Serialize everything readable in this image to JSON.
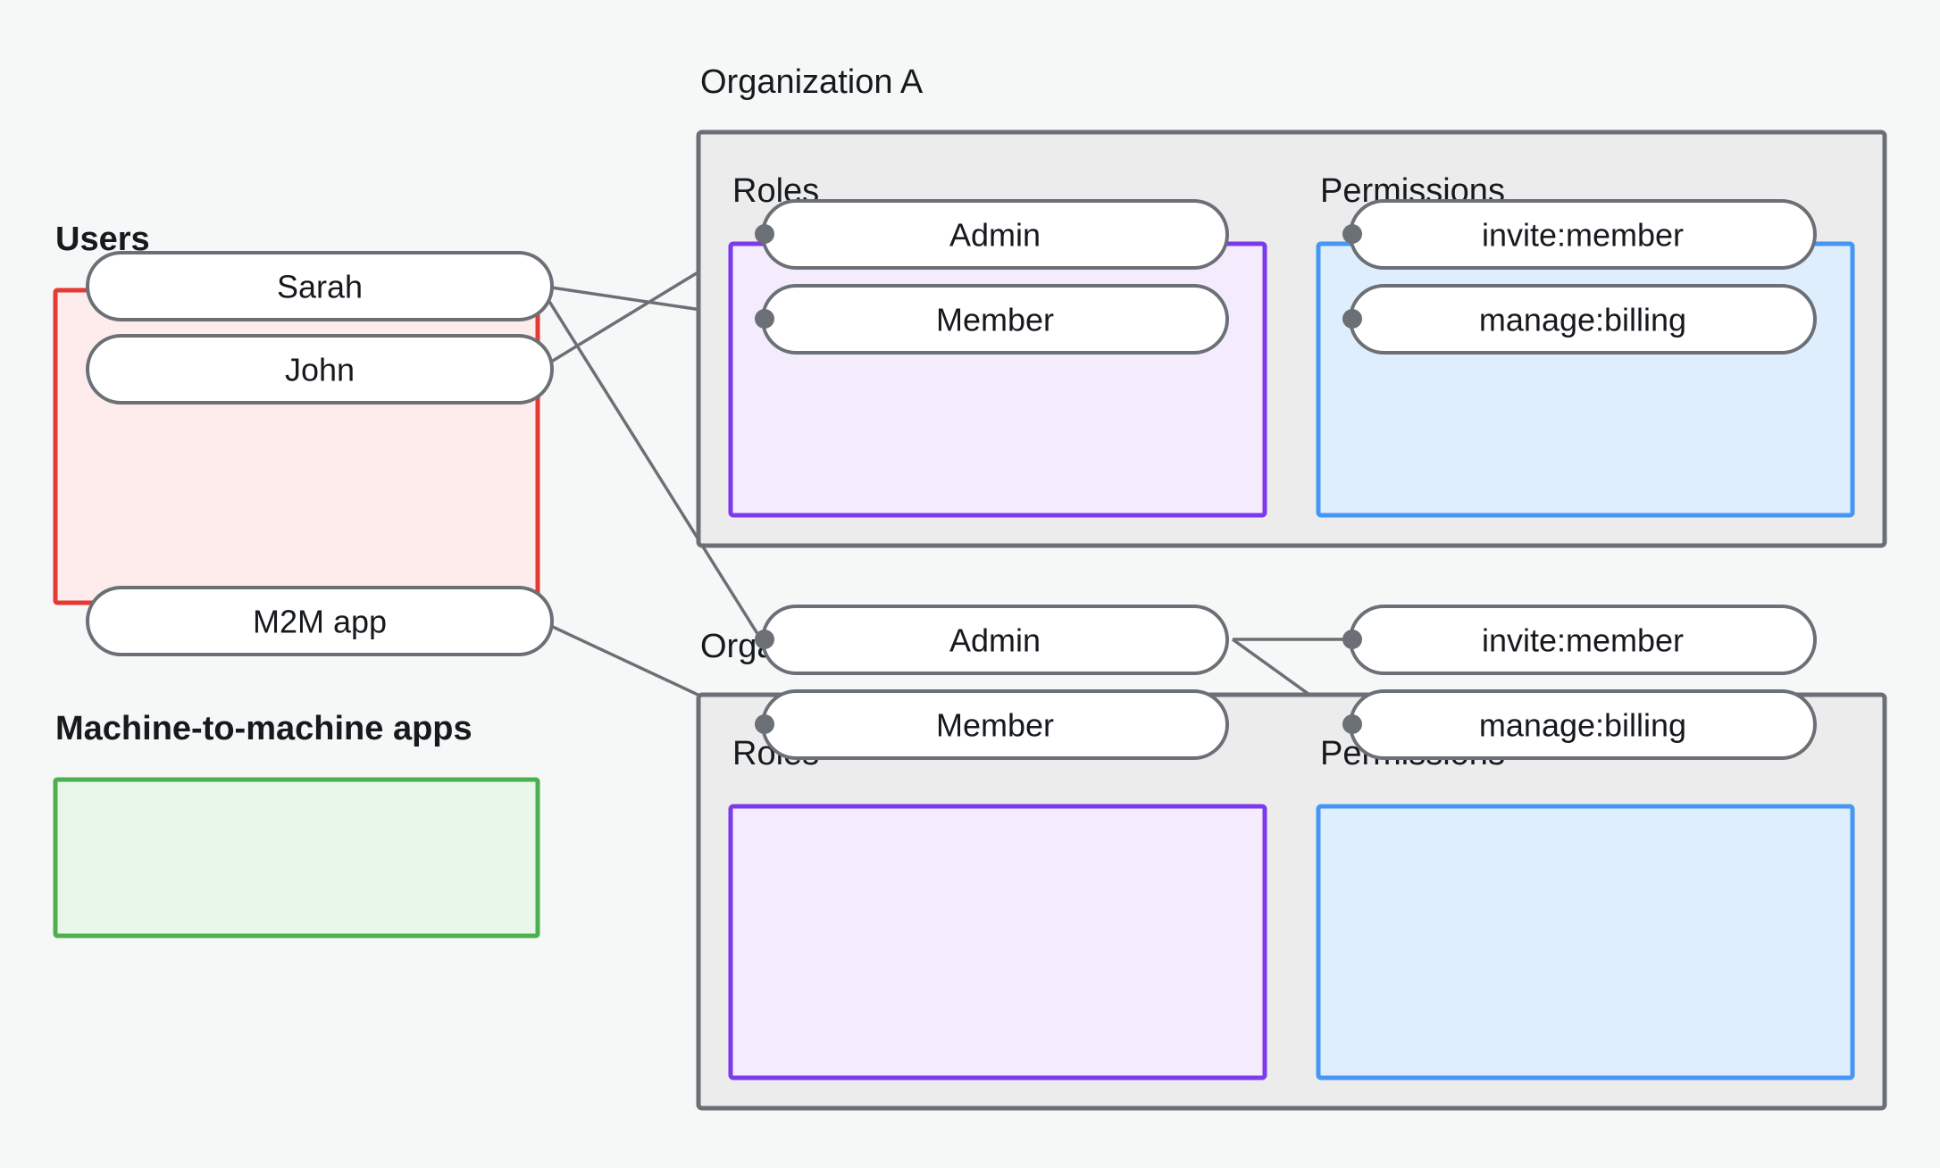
{
  "page": {
    "background_color": "#f5f8f7"
  },
  "palette": {
    "users_border": "#e53935",
    "users_fill": "#fdeceb",
    "m2m_border": "#4caf50",
    "m2m_fill": "#e8f7e9",
    "org_border": "#6b6f76",
    "org_fill": "#ececec",
    "roles_border": "#7c3aed",
    "roles_fill": "#f4ecfd",
    "permissions_border": "#4596f5",
    "permissions_fill": "#dfeefd",
    "node_border": "#6b6f76",
    "node_fill": "#ffffff",
    "edge_color": "#6b6f76",
    "text_color": "#16191d"
  },
  "left_column": {
    "users": {
      "title": "Users",
      "nodes": [
        {
          "id": "sarah",
          "label": "Sarah"
        },
        {
          "id": "john",
          "label": "John"
        }
      ]
    },
    "m2m": {
      "title": "Machine-to-machine apps",
      "nodes": [
        {
          "id": "m2m-app",
          "label": "M2M app"
        }
      ]
    }
  },
  "organizations": [
    {
      "id": "org-a",
      "title": "Organization A",
      "roles": {
        "title": "Roles",
        "nodes": [
          {
            "id": "org-a-admin",
            "label": "Admin"
          },
          {
            "id": "org-a-member",
            "label": "Member"
          }
        ]
      },
      "permissions": {
        "title": "Permissions",
        "nodes": [
          {
            "id": "org-a-invite-member",
            "label": "invite:member"
          },
          {
            "id": "org-a-manage-billing",
            "label": "manage:billing"
          }
        ]
      }
    },
    {
      "id": "org-b",
      "title": "Organization B",
      "roles": {
        "title": "Roles",
        "nodes": [
          {
            "id": "org-b-admin",
            "label": "Admin"
          },
          {
            "id": "org-b-member",
            "label": "Member"
          }
        ]
      },
      "permissions": {
        "title": "Permissions",
        "nodes": [
          {
            "id": "org-b-invite-member",
            "label": "invite:member"
          },
          {
            "id": "org-b-manage-billing",
            "label": "manage:billing"
          }
        ]
      }
    }
  ],
  "connections": [
    {
      "from": "sarah",
      "to": "org-a-member"
    },
    {
      "from": "sarah",
      "to": "org-b-admin"
    },
    {
      "from": "john",
      "to": "org-a-admin"
    },
    {
      "from": "m2m-app",
      "to": "org-b-member"
    },
    {
      "from": "org-a-admin",
      "to": "org-a-invite-member"
    },
    {
      "from": "org-a-admin",
      "to": "org-a-manage-billing"
    },
    {
      "from": "org-a-member",
      "to": "org-a-manage-billing"
    },
    {
      "from": "org-b-admin",
      "to": "org-b-invite-member"
    },
    {
      "from": "org-b-admin",
      "to": "org-b-manage-billing"
    },
    {
      "from": "org-b-member",
      "to": "org-b-manage-billing"
    }
  ]
}
